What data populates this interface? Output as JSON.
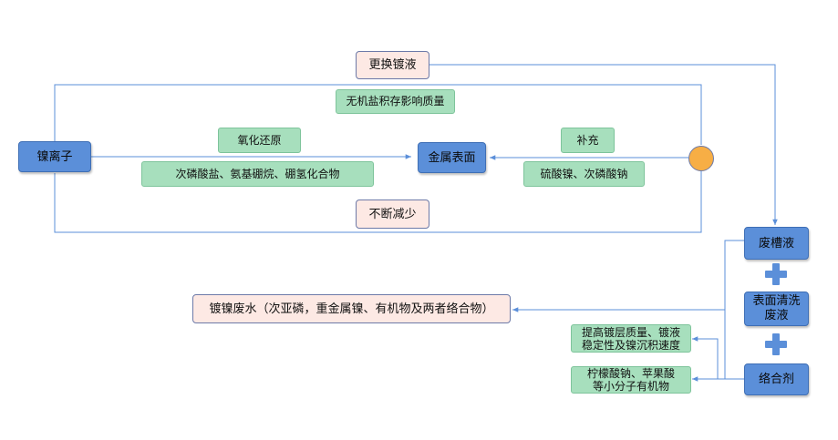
{
  "nodes": {
    "nickel_ion": "镍离子",
    "metal_surface": "金属表面",
    "replace_bath": "更换镀液",
    "inorganic_salt": "无机盐积存影响质量",
    "redox": "氧化还原",
    "reducers": "次磷酸盐、氨基硼烷、硼氢化合物",
    "replenish": "补充",
    "replenish_agents": "硫酸镍、次磷酸钠",
    "decreasing": "不断减少",
    "waste_bath": "废槽液",
    "surface_rinse": "表面清洗\n废液",
    "complexant": "络合剂",
    "wastewater": "镀镍废水（次亚磷，重金属镍、有机物及两者络合物）",
    "improve_quality": "提高镀层质量、镀液\n稳定性及镍沉积速度",
    "citrate": "柠檬酸钠、苹果酸\n等小分子有机物"
  },
  "colors": {
    "primary_blue": "#5b8fd9",
    "green_fill": "#a7dfbd",
    "pink_fill": "#fde9e4",
    "orange_circle": "#f7ae45",
    "connector": "#5b8fd9"
  }
}
